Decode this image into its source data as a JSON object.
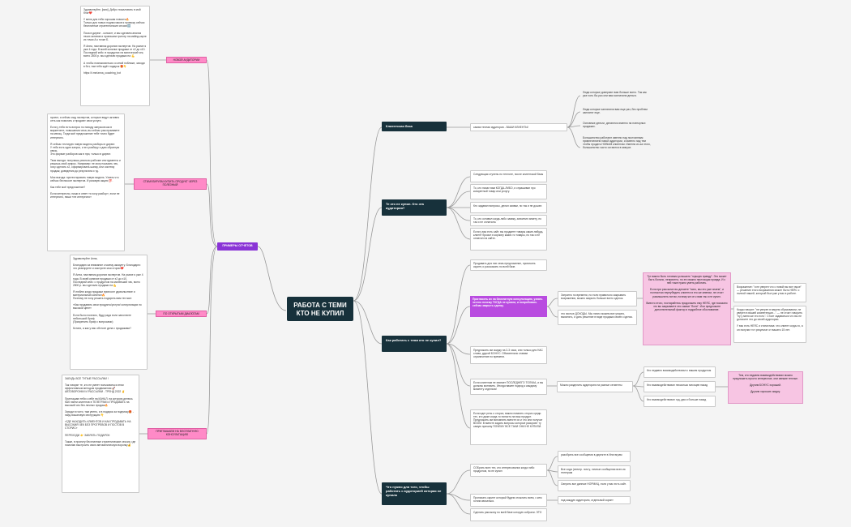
{
  "root": {
    "title": "РАБОТА С ТЕМИ КТО НЕ КУПИЛ"
  },
  "right": {
    "client_base": {
      "title": "Клиентская база",
      "sub": "самая теплая аудитория - ВАШИ КЛИЕНТЫ!",
      "notes": [
        "Люди которые доверяют вам больше всего. Так как уже хоть бы раз они вам заплатили деньги.",
        "Люди которые заплатили вам еще раз, без проблем заплатят еще.",
        "Основные деньги, делаются именно на повторных продажах.",
        "Большинство работают именно над постоянным привлечением новой аудитории, и именно над тем чтобы продать НОВЫМ клиентам. Именно из-за этого, большинство часто остаются в минусе."
      ]
    },
    "who": {
      "title": "Те кто не купил. Кто эта аудитория?",
      "items": [
        "Следующая ступень по теплоте, после клиентской базы",
        "То, кто писал вам КОГДА-ЛИБО, и спрашивал про конкретный товар или услугу.",
        "Кто задавал вопросы, делал заявки, но так и не дошел.",
        "То, кто оставил когда-либо заявку, заполнил анкету, но так и не оплатили.",
        "Если у вас есть сайт, вы продаете товары какие-нибудь, клиент бросил в корзину какие-то товары, но так и не оплатил на сайте."
      ]
    },
    "how": {
      "title": "Как работать с теми кто не купил?",
      "top": "Продавать для них семь предложение, прописать скрипт, и рассказать по всей базе.",
      "offer": "Пригласить их на бесплатную консультацию, узнать честно почему ТОГДА не купили, и попробовать сейчас закрыть сделку.",
      "mid_a": "Затратно по времени, но если правильно закрывать возражения, можно закрыть больше всего сделок.",
      "mid_b": "это чистые ДОХОДЫ. Мы лично можем все упорно, выяснять, и дать решение в виде продажи своего сделок.",
      "pink_note": "Тут важно быть готовым услышать \"горькую правду\". Это может быть больно, неприятно, но это важно настоящая правда. И с ней тоже нужно уметь работать.\n\nЕсли при рассылке вы делаете \"ясно, мы это уже знаем\", и полностью переубедить клиента в его же мнении, не стоит размышлять потом, почему же он к вам так и не купил.\n\nВместо этого, постарайтесь продолжить ему НЕЯС, где показано что вы закрываете эти самые \"боли\". Или предложите дополнительный фактор и подробное обоснование.",
      "right_a": "Возражение: \"я не уверен что с новой вы все такое\" — решение этого возражения может быть НЕЯС с полной нашей, который был уже у вас в работе.",
      "right_b": "Когда говорят: \"не уверен в вашем образовании, не уверен в вашей компетенции...\" — не стоит говорить \"ну у меня же это есть\". Стоит задаваться что вы не доносите это до своей аудитории.\n\nУ вас есть НЕЯС и статистика: что клиент когда-то, а он получил тот результат от вашего 15 лет.",
      "three_days": "Предложить им скидку на 2-3 часа, или только для НАС слова, другой БОНУС. Обязательно ставим ограничение по времени.",
      "segment": "Если клиентам не хватает ПОСЛЕДНЕГО ТОЛЧКА, и вы должны мотивить. Иногда важен подход к каждому моменту отдельно!",
      "segment_tag": "Можно разделить аудиторию на разные сегменты",
      "seg_items": [
        "Кто недавно взаимодействовал с вашим продуктом",
        "Кто взаимодействовал несколько месяцев назад",
        "Кто взаимодействовал год, два и больше назад"
      ],
      "seg_note": "Тем, кто недавно взаимодействовал можно предложить просто интересное, они свежие теплые.\n\nДругим БОНУС хороший.\n\nДругим хороших скидку.",
      "bottom": "Если идет речь о сторис, важно помнить сторис среди тех, кто даже когда-то попасть на ваш продукт. Предложить им вспомнить вместе их и что они получат ВООМ. В вместе задать вопросы которые раскроют ту самую причину ПОЧЕМУ ВСЕ ТАКИ ОНИ НЕ КУПИЛИ."
    },
    "need": {
      "title": "Что нужно для того, чтобы работать с аудиторией которая не купила",
      "collect": "СОБрать всех тех, кто интересовался когда либо продуктом, но не купил",
      "collect_items": [
        "разобрать все сообщения в директе в Инстаграм",
        "Все сода (электр. почту, личные сообщения всех из: телеграм",
        "Сверить все данные НОРМИЦ, если у вас есть сайт."
      ],
      "script": "Прописать скрипт который будем отсылать всем, с кем хотим связаться.",
      "script_tag": "под каждую аудиторию, отдельный скрипт",
      "mailing": "Сделать рассылку по всей базе которую собрали. ЭТО"
    }
  },
  "left": {
    "examples_label": "ПРИМЕРЫ ОТЧЕТОВ",
    "new_aud": {
      "tag": "НОВОЙ АУДИТОРИИ",
      "text": "Здравствуйте, [имя]. Добро пожаловать в мой блог❤️\n\nУ меня для тебя хорошая новость🔥\nТолько для новых подписчиков я провожу сейчас бесплатные стратегические сессии🆓\n\nПока в директ - консалт, и мы сделаем анализ твоих активов и пропишем триггер на майнд-карте из точки А к точке Б.\n\nЯ Анна, наставник доронов экспертов. На рынке я уже 4 года. В моей копилке продажи от х2 до х10.\nПоследний кейс: в продуктах на магический чек, всего 2800 р. мы сделали продажи на 💪\n\nА чтобы познакомиться со мной поближе, заходи в бот, там тебя ждёт подарок 🎁👇\n\nhttps://t.me/anna_coaching_bot"
    },
    "push": {
      "tag": "СТИМУЛИРУЕМ КУПИТЬ ПРОДУКТ ЧЕРЕЗ ПОЛЕЗНЫЙ",
      "text": "проект, я сейчас ищу экспертов, которые ведут активно сеть как помогать и продают свои услуги.\n\nЕсли у тебя есть вопрос по поводу запусков как в маркетинге, повышения чека, вы сейчас расстраиваете на месяц. Тогда моё предложение тебе точно будет интересно.\n\nЯ сейчас тестирую новую модель разборы в директ.\nУ тебя есть один запрос, и его разберу и даю обратную связь.\nЭто формат разборов как в при, только в директ.\n\nТвоя выгода: получишь реально рабочие инструменты и решишь свой запрос. Например: не могу показать чек, хочу сделать х2, сформировать шапку, или систему продаж; доведения до результата и тд.\n\nМоя выгода: протестировать новую модель. Узнать что сейчас беспокоит экспертов. И разовую акцию 💯.\n\nКак тебе моё предложение?\n\nЕсли интересно, пиши в ответ «я хочу разбор», если не интересно, пиши «не интересно»"
    },
    "dialogs": {
      "tag": "ПО ОТКРЫТЫМ ДИАЛОГАМ",
      "text": "Здравствуйте Анна,\n\nБлагодарю за внимание к моему аккаунту. Благодарю: что реагируете и смотрите мои сторис❤️\n\nЯ Анна, наставник доронов экспертов. На рынке я уже 4 года. В моей копилке продажи от х2 до х10.\nПоследний кейс: с продуктом на маленький чек, всего 2800 р. мы сделали продажи на 💪\n\nЯ люблю когда продажи приносят удовольствие и материальный капитал🔥\nПоэтому не хочу решать подарить вам тех мое:\n\n«Как продавать свои продукты/услуги/ консультации по высокой цене»\n\nЕсли было полезно, буду рада если заполните небольшой бриф.\n(Прикрепить бриф с вопросами)\n\nКстати, а как у вас обстоят дела с продажами?"
    },
    "invite": {
      "tag": "ПРИГЛАШАЕМ НА БЕСПЛАТНУЮ КОНСУЛЬТАЦИЮ",
      "text": "ЗАБУДЬ ВСЕ ТУПЫЕ РАССЫЛКИ !\n\nТак говорят те, кто не умеет пользоваться этим эффективным методом продвижения 🚀\nАВТОВОРОНКИ И РАССЫЛКИ - ТРЕНД 2022 ✌️\n\nПриглашаю тебя к себе на КАНАЛ, на котором делюсь КАК найти клиентов в ТЕЛЕГРАМ и ПРОДАВАТЬ на высокий чек без личных продаж🔥\n\nЗаходи в гости, там уютно, и в подарок за подписку🎁 - гайд-пошаговую инструкцию 👇\n\n«ГДЕ НАХОДИТЬ КЛИЕНТОВ И КАК ПРОДАВАТЬ НА ВЫСОКИЙ ЧЕК БЕЗ ПРОГРЕВОВ И ПОСТОВ В СТОРИС»\n\nПЕРЕХОДИ 👉 ЗАБРАТЬ ПОДАРОК\n\nТакже, в проекту бесплатные стратегические сессии, где помогаю выстроить свою автоматическую воронку💰"
    }
  }
}
